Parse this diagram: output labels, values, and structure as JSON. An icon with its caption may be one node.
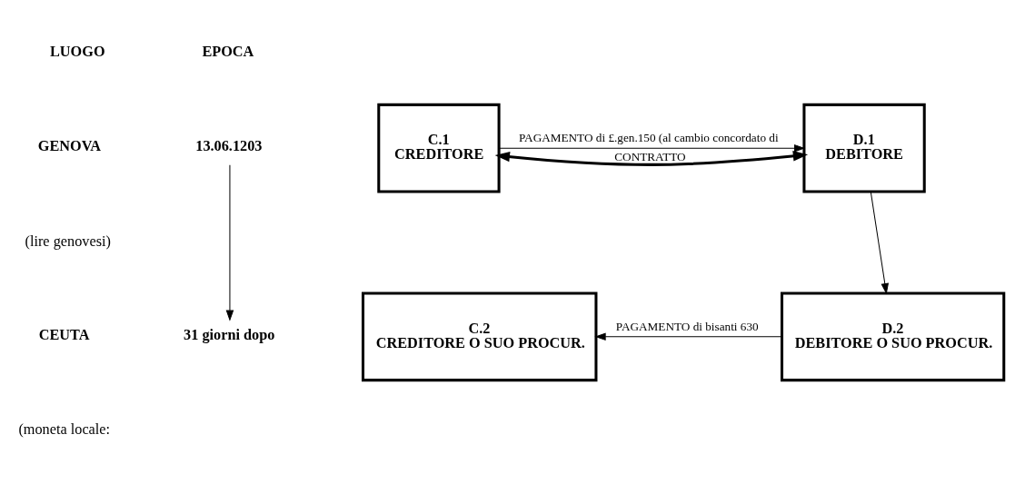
{
  "diagram": {
    "nodes": [
      {
        "text": [
          "C.1",
          "CREDITORE"
        ]
      },
      {
        "text": [
          "D.1",
          "DEBITORE"
        ]
      },
      {
        "text": [
          "C.2",
          "CREDITORE O SUO PROCUR."
        ]
      },
      {
        "text": [
          "D.2",
          "DEBITORE O SUO PROCUR."
        ]
      },
      {
        "text": [
          "13.06.1203"
        ]
      },
      {
        "text": [
          "31 giorni dopo"
        ]
      }
    ],
    "edges": [
      {
        "from": 0,
        "to": 1,
        "arrow": "both",
        "label": "CONTRATTO",
        "style": "thick"
      },
      {
        "from": 0,
        "to": 1,
        "arrow": "to",
        "label": "PAGAMENTO di £.gen.150 (al cambio concordato di"
      },
      {
        "from": 1,
        "to": 3,
        "arrow": "to"
      },
      {
        "from": 3,
        "to": 2,
        "arrow": "to",
        "label": "PAGAMENTO di bisanti 630"
      },
      {
        "from": 4,
        "to": 5,
        "arrow": "to"
      }
    ],
    "labels": [
      "LUOGO",
      "EPOCA",
      "GENOVA",
      "(lire genovesi)",
      "CEUTA",
      "(moneta locale:"
    ]
  }
}
